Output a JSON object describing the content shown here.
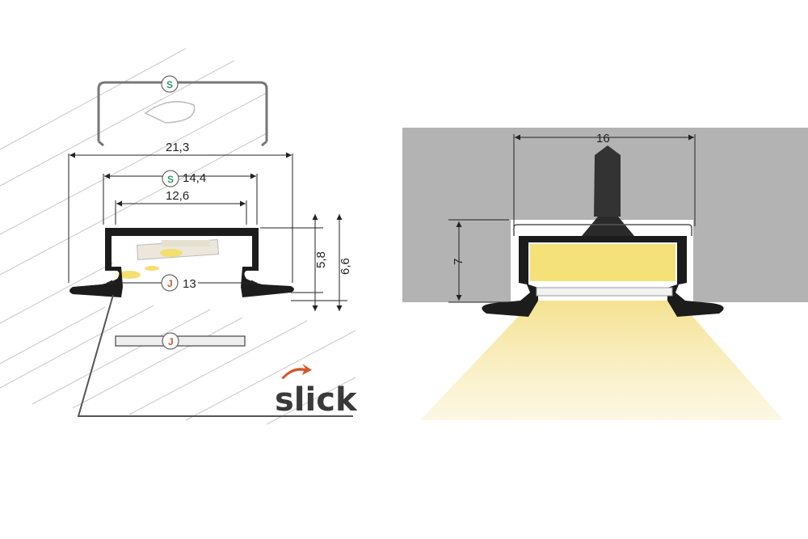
{
  "colors": {
    "profile": "#1c1c1c",
    "wall": "#b3b3b3",
    "led": "#f5e17a",
    "light": "#f7e9a8",
    "badge_s": "#2f9a6e",
    "badge_j": "#d4572a",
    "logo_accent": "#d4572a"
  },
  "left_drawing": {
    "dimensions": {
      "total_width": "21,3",
      "cover_width": "14,4",
      "inner_width": "12,6",
      "clip_width": "13",
      "height_inner": "5,8",
      "height_total": "6,6"
    },
    "badges": {
      "cover_top": "S",
      "cover_dim": "S",
      "clip_dim": "J",
      "clip_part": "J"
    },
    "logo": "slick"
  },
  "right_drawing": {
    "dimensions": {
      "width": "16",
      "depth": "7"
    }
  }
}
